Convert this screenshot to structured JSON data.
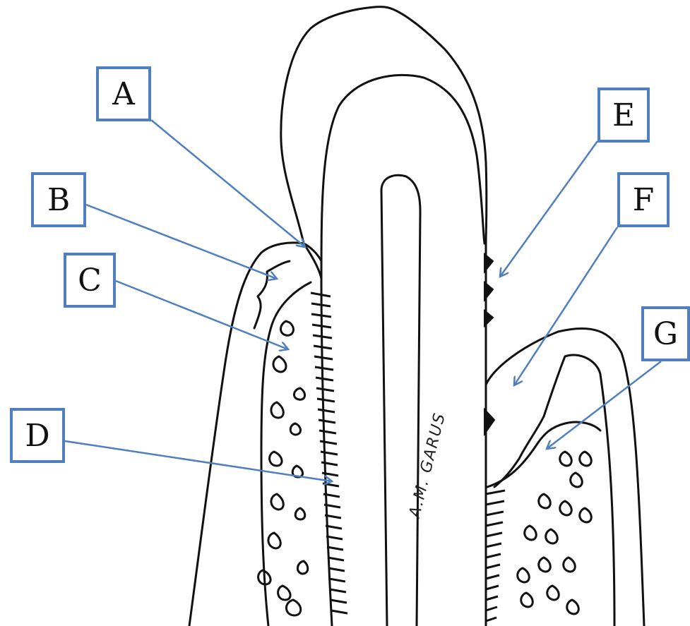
{
  "colors": {
    "line": "#111111",
    "leader": "#4f7fbf",
    "box_border": "#4f7fbf",
    "background": "#ffffff"
  },
  "labels": {
    "a": "A",
    "b": "B",
    "c": "C",
    "d": "D",
    "e": "E",
    "f": "F",
    "g": "G"
  },
  "signature": "A.M. GARUS"
}
